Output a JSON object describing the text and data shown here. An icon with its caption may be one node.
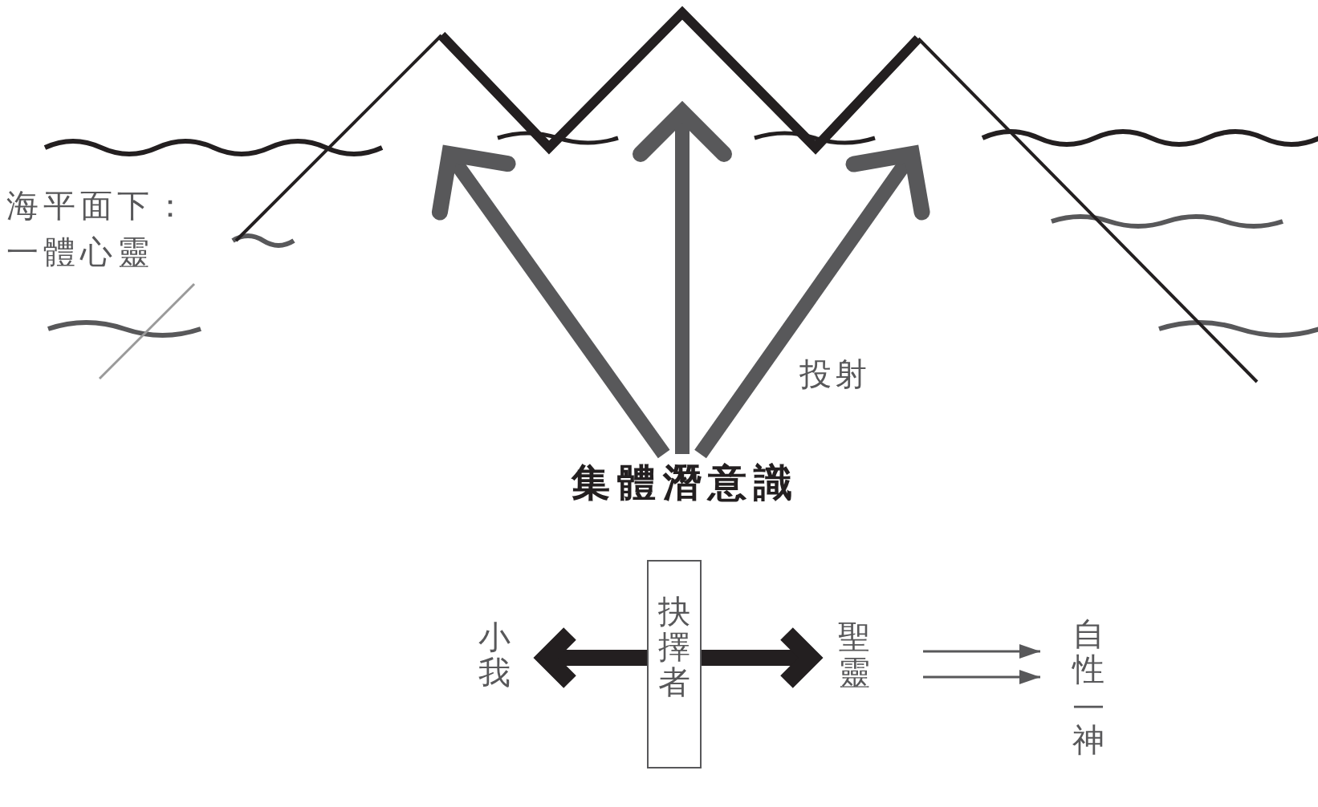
{
  "diagram": {
    "nodes": [
      {
        "text": [
          "集體潛意識"
        ]
      },
      {
        "text": [
          "小我"
        ]
      },
      {
        "text": [
          "抉擇者"
        ]
      },
      {
        "text": [
          "聖靈"
        ]
      },
      {
        "text": [
          "自性—神"
        ]
      }
    ],
    "edges": [
      {
        "from": 0,
        "to": null,
        "arrow": "to",
        "color": "#58585a"
      },
      {
        "from": 0,
        "to": null,
        "arrow": "to",
        "color": "#58585a"
      },
      {
        "from": 0,
        "to": null,
        "arrow": "to",
        "color": "#58585a"
      },
      {
        "from": 2,
        "to": 1,
        "arrow": "to",
        "color": "#231f20"
      },
      {
        "from": 2,
        "to": 3,
        "arrow": "to",
        "color": "#231f20"
      },
      {
        "from": 3,
        "to": 4,
        "arrow": "to",
        "color": "#58585a"
      },
      {
        "from": 3,
        "to": 4,
        "arrow": "to",
        "color": "#58585a"
      }
    ],
    "labels": [
      "海平面下：一體心靈",
      "投射"
    ]
  }
}
